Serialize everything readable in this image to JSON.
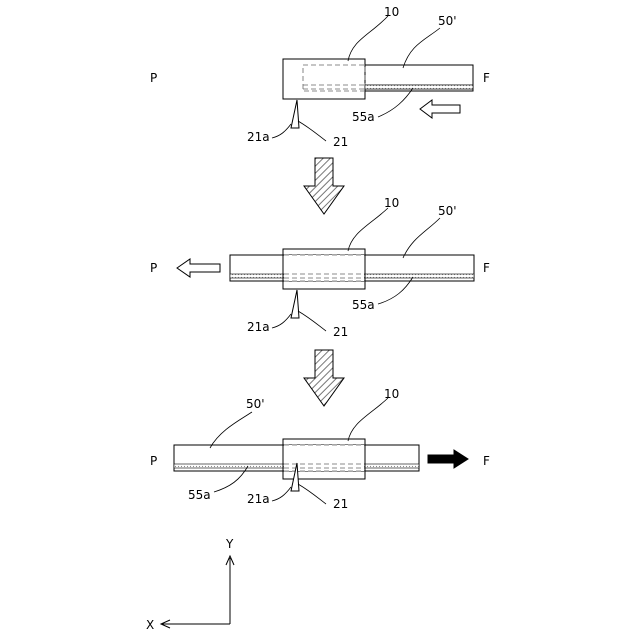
{
  "labels": {
    "p": "P",
    "f": "F",
    "part_10": "10",
    "part_50": "50'",
    "part_55a": "55a",
    "part_21": "21",
    "part_21a": "21a",
    "axis_y": "Y",
    "axis_x": "X"
  },
  "colors": {
    "stroke": "#000000",
    "hatch": "#555555",
    "adhesive": "#888888"
  }
}
